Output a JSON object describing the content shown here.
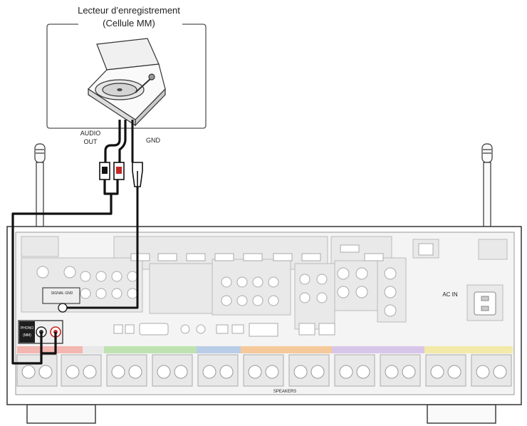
{
  "title": {
    "line1": "Lecteur d’enregistrement",
    "line2": "(Cellule MM)"
  },
  "labels": {
    "audio_out_1": "AUDIO",
    "audio_out_2": "OUT",
    "gnd": "GND",
    "ac_in": "AC IN",
    "phono_1": "PHONO",
    "phono_2": "(MM)",
    "signal_gnd": "SIGNAL GND",
    "speakers": "SPEAKERS"
  },
  "colors": {
    "cable": "#111111",
    "line_art": "#333333",
    "panel_fill": "#f4f4f4",
    "rca_red": "#c62828",
    "rca_white": "#eeeeee",
    "band_red": "#f4b6b0",
    "band_green": "#bfe3b0",
    "band_blue": "#b9cde8",
    "band_orange": "#f6c99a",
    "band_purple": "#d8c6ea",
    "band_yellow": "#f3e9a8"
  }
}
